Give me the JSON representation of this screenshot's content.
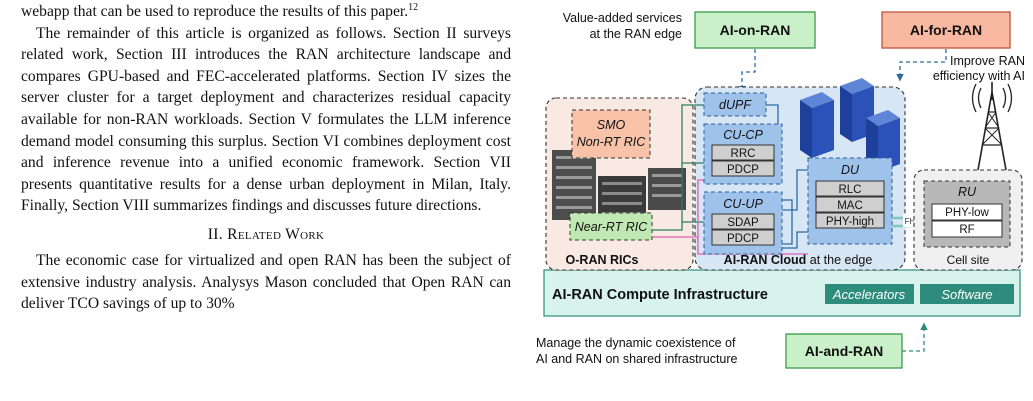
{
  "paper": {
    "intro_line_1": "webapp that can be used to reproduce the results of this paper.",
    "footnote_ref": "12",
    "intro_paragraph": "The remainder of this article is organized as follows. Section II surveys related work, Section III introduces the RAN architecture landscape and compares GPU-based and FEC-accelerated platforms. Section IV sizes the server cluster for a target deployment and characterizes residual capacity available for non-RAN workloads. Section V formulates the LLM inference demand model consuming this surplus. Section VI combines deployment cost and inference revenue into a unified economic framework. Section VII presents quantitative results for a dense urban deployment in Milan, Italy. Finally, Section VIII summarizes findings and discusses future directions.",
    "section_number": "II.",
    "section_title": "Related Work",
    "related_paragraph": "The economic case for virtualized and open RAN has been the subject of extensive industry analysis. Analysys Mason concluded that Open RAN can deliver TCO savings of up to 30%"
  },
  "diagram": {
    "colors": {
      "green": "#c9f0c8",
      "green_border": "#3d9b4a",
      "salmon": "#f9b8a1",
      "teal_infra": "#d7f3ec",
      "teal_dark": "#2e8c7c",
      "cloud_blue": "#d6e6f5",
      "box_blue": "#9fc2ea",
      "box_blue_border": "#2b5d96",
      "ric_bg": "#f8e9e2",
      "smo": "#f7c2a8",
      "nearrt": "#bfe8b2",
      "gray_box": "#cfcfcf",
      "line_green": "#2f7f5e",
      "line_blue": "#2f6ca3",
      "line_pink": "#e060b0"
    },
    "value_added_label_1": "Value-added services",
    "value_added_label_2": "at the RAN edge",
    "ai_on_ran": "AI-on-RAN",
    "ai_for_ran": "AI-for-RAN",
    "improve_label_1": "Improve RAN",
    "improve_label_2": "efficiency with AI",
    "oran_rics_label": "O-RAN RICs",
    "smo_line_1": "SMO",
    "smo_line_2": "Non-RT RIC",
    "near_rt_ric": "Near-RT RIC",
    "dupf": "dUPF",
    "cu_cp": "CU-CP",
    "cu_cp_items": [
      "RRC",
      "PDCP"
    ],
    "cu_up": "CU-UP",
    "cu_up_items": [
      "SDAP",
      "PDCP"
    ],
    "du": "DU",
    "du_items": [
      "RLC",
      "MAC",
      "PHY-high"
    ],
    "ai_ran_cloud_bold": "AI-RAN Cloud",
    "ai_ran_cloud_rest": " at the edge",
    "fh": "FH",
    "ru": "RU",
    "ru_items": [
      "PHY-low",
      "RF"
    ],
    "cell_site": "Cell site",
    "infra_label": "AI-RAN Compute Infrastructure",
    "accelerators": "Accelerators",
    "software": "Software",
    "manage_label_1": "Manage the dynamic coexistence of",
    "manage_label_2": "AI and RAN on shared infrastructure",
    "ai_and_ran": "AI-and-RAN"
  }
}
